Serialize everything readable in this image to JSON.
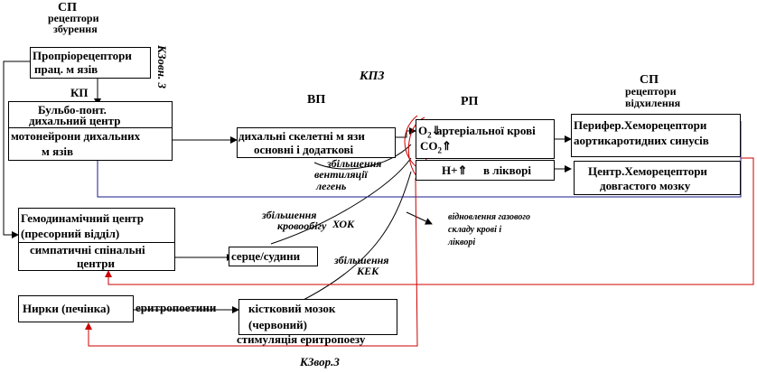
{
  "labels": {
    "sp_stretch_1": "СП",
    "sp_stretch_2": "рецептори",
    "sp_stretch_3": "збурення",
    "kp": "КП",
    "kzovn3": "КЗовн. 3",
    "kpz": "КПЗ",
    "vp": "ВП",
    "rp": "РП",
    "sp_dev_1": "СП",
    "sp_dev_2": "рецептори",
    "sp_dev_3": "відхилення",
    "increase_ventilation_1": "збільшення",
    "increase_ventilation_2": "вентиляції",
    "increase_ventilation_3": "легень",
    "increase_blood_1": "збільшення",
    "increase_blood_2": "кровообігу",
    "hok": "ХОК",
    "increase_kek_1": "збільшення",
    "increase_kek_2": "КЕК",
    "restore_1": "відновлення газового",
    "restore_2": "складу крові і",
    "restore_3": "лікворі",
    "erythropoietins": "еритропоетини",
    "stimulation": "стимуляція еритропоезу",
    "kzvor3": "КЗвор.3"
  },
  "boxes": {
    "proprioceptors_1": "Пропріорецептори",
    "proprioceptors_2": "прац. м язів",
    "bulbo_1": "Бульбо-понт.",
    "bulbo_2": "дихальний центр",
    "bulbo_3": "мотонейрони дихальних",
    "bulbo_4": "м язів",
    "resp_muscles_1": "дихальні скелетні м язи",
    "resp_muscles_2": "основні і додаткові",
    "o2": "O",
    "o2_sub": "2",
    "co2": "CO",
    "co2_sub": "2",
    "arterial_blood": "артеріальної крові",
    "h_plus": "H+",
    "in_liquor": "в лікворі",
    "peripheral_1": "Перифер.Хеморецептори",
    "peripheral_2": "аортикаротидних синусів",
    "central_1": "Центр.Хеморецептори",
    "central_2": "довгастого мозку",
    "hemodynamic_1": "Гемодинамічний центр",
    "hemodynamic_2": "(пресорний відділ)",
    "hemodynamic_3": "симпатичні спінальні",
    "hemodynamic_4": "центри",
    "heart_vessels": "серце/судини",
    "kidneys": "Нирки (печінка)",
    "bone_marrow_1": "кістковий мозок",
    "bone_marrow_2": "(червоний)"
  },
  "colors": {
    "line": "#000000",
    "red": "#cc0000",
    "blue": "#1a1a8c"
  }
}
